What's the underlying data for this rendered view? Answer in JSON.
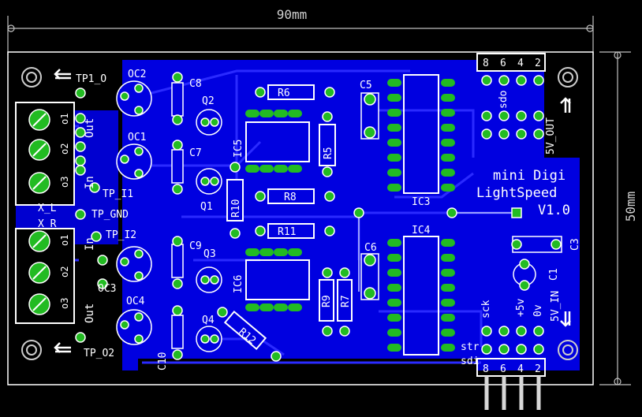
{
  "dimensions": {
    "width_label": "90mm",
    "height_label": "50mm"
  },
  "board": {
    "title_line1": "mini Digi",
    "title_line2": "LightSpeed",
    "version": "V1.0"
  },
  "labels": {
    "tp1_o": "TP1_O",
    "tp_i1": "TP_I1",
    "tp_gnd": "TP_GND",
    "tp_i2": "TP_I2",
    "tp_o2": "TP_O2",
    "x_l": "X_L",
    "x_r": "X_R",
    "out_top": "Out",
    "in_top": "In",
    "out_bottom": "Out",
    "in_bottom": "In",
    "pin1_top": "o1",
    "pin2_top": "o2",
    "pin3_top": "o3",
    "pin1_bottom": "o1",
    "pin2_bottom": "o2",
    "pin3_bottom": "o3",
    "oc1": "OC1",
    "oc2": "OC2",
    "oc3": "OC3",
    "oc4": "OC4",
    "c1": "C1",
    "c3": "C3",
    "c5": "C5",
    "c6": "C6",
    "c7": "C7",
    "c8": "C8",
    "c9": "C9",
    "c10": "C10",
    "q1": "Q1",
    "q2": "Q2",
    "q3": "Q3",
    "q4": "Q4",
    "r5": "R5",
    "r6": "R6",
    "r7": "R7",
    "r8": "R8",
    "r9": "R9",
    "r10": "R10",
    "r11": "R11",
    "r12": "R12",
    "ic3": "IC3",
    "ic4": "IC4",
    "ic5": "IC5",
    "ic6": "IC6",
    "sdo": "sdo",
    "sv_out": "5V_OUT",
    "sck": "sck",
    "p5v": "+5v",
    "gnd0v": "0v",
    "sv_in": "5V_IN",
    "str": "str",
    "sdi": "sdi",
    "pin8_top": "8",
    "pin6_top": "6",
    "pin4_top": "4",
    "pin2_top_hdr": "2",
    "pin8_bot": "8",
    "pin6_bot": "6",
    "pin4_bot": "4",
    "pin2_bot": "2"
  },
  "colors": {
    "background": "#000000",
    "board_outline": "#ffffff",
    "copper_pour": "#0000e0",
    "trace": "#2a2aff",
    "silkscreen": "#ffffff",
    "pad": "#22bb22",
    "drill": "#ffffff"
  }
}
